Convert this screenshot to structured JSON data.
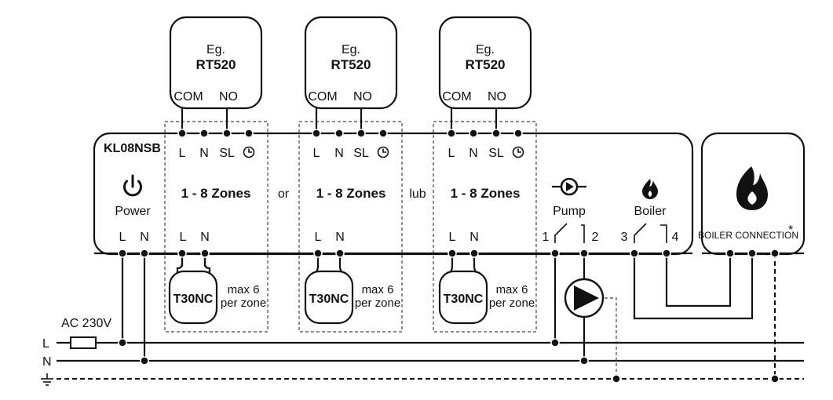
{
  "thermostats": [
    {
      "eg": "Eg.",
      "model": "RT520",
      "com": "COM",
      "no": "NO"
    },
    {
      "eg": "Eg.",
      "model": "RT520",
      "com": "COM",
      "no": "NO"
    },
    {
      "eg": "Eg.",
      "model": "RT520",
      "com": "COM",
      "no": "NO"
    }
  ],
  "controller": {
    "model": "KL08NSB",
    "power_label": "Power",
    "power_icon": "power-icon",
    "input_L": "L",
    "input_N": "N"
  },
  "zones": [
    {
      "top": [
        "L",
        "N",
        "SL"
      ],
      "clock_icon": "clock-icon",
      "label": "1 - 8 Zones",
      "bottom": [
        "L",
        "N"
      ],
      "actuator": "T30NC",
      "max1": "max 6",
      "max2": "per zone"
    },
    {
      "top": [
        "L",
        "N",
        "SL"
      ],
      "clock_icon": "clock-icon",
      "label": "1 - 8 Zones",
      "bottom": [
        "L",
        "N"
      ],
      "actuator": "T30NC",
      "max1": "max 6",
      "max2": "per zone"
    },
    {
      "top": [
        "L",
        "N",
        "SL"
      ],
      "clock_icon": "clock-icon",
      "label": "1 - 8 Zones",
      "bottom": [
        "L",
        "N"
      ],
      "actuator": "T30NC",
      "max1": "max 6",
      "max2": "per zone"
    }
  ],
  "separators": [
    "or",
    "lub"
  ],
  "pump": {
    "label": "Pump",
    "icon": "pump-icon",
    "terminals": [
      "1",
      "2"
    ]
  },
  "boiler": {
    "label": "Boiler",
    "icon": "flame-icon",
    "terminals": [
      "3",
      "4"
    ]
  },
  "boiler_connection": {
    "label": "BOILER CONNECTION",
    "asterisk": "*",
    "icon": "flame-icon"
  },
  "supply": {
    "voltage": "AC 230V",
    "L": "L",
    "N": "N",
    "earth_icon": "earth-ground-icon"
  }
}
